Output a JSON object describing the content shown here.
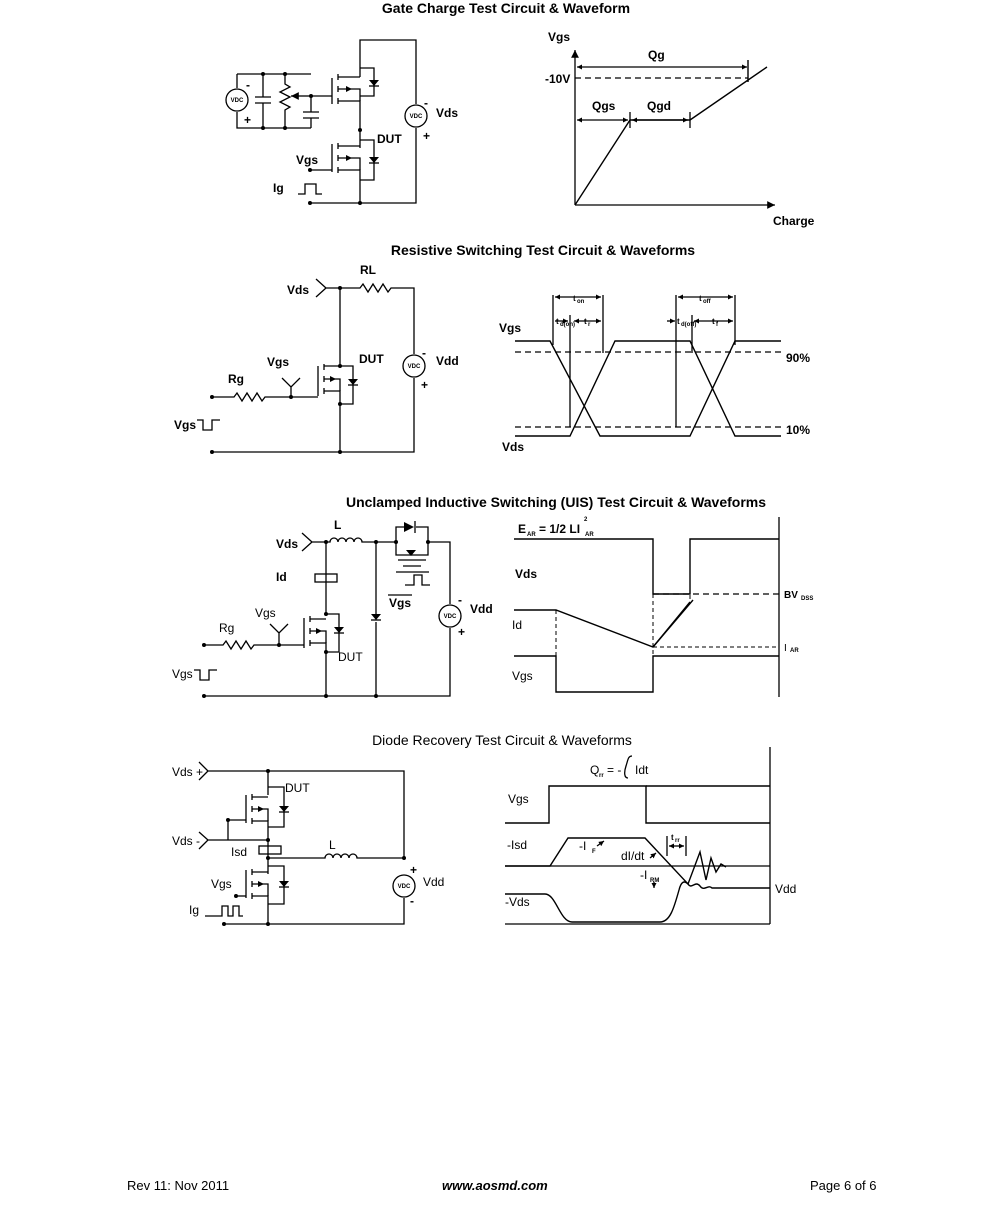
{
  "sections": {
    "gate_charge": {
      "title": "Gate Charge Test Circuit & Waveform",
      "circuit": {
        "vds": "Vds",
        "dut": "DUT",
        "vgs": "Vgs",
        "ig": "Ig",
        "minus": "-",
        "plus": "+",
        "vdc": "VDC"
      },
      "waveform": {
        "y_axis": "Vgs",
        "x_axis": "Charge",
        "qg": "Qg",
        "qgs": "Qgs",
        "qgd": "Qgd",
        "level": "-10V"
      }
    },
    "resistive": {
      "title": "Resistive Switching Test Circuit & Waveforms",
      "circuit": {
        "vds": "Vds",
        "rl": "RL",
        "vgs": "Vgs",
        "dut": "DUT",
        "rg": "Rg",
        "vdd": "Vdd",
        "vgs_pulse": "Vgs",
        "minus": "-",
        "plus": "+",
        "vdc": "VDC"
      },
      "waveform": {
        "vgs": "Vgs",
        "vds": "Vds",
        "p90": "90%",
        "p10": "10%",
        "t": "t",
        "on": "on",
        "off": "off",
        "d_on": "d(on)",
        "d_off": "d(off)",
        "r": "r",
        "f": "f"
      }
    },
    "uis": {
      "title": "Unclamped Inductive Switching (UIS) Test Circuit & Waveforms",
      "circuit": {
        "vds": "Vds",
        "l": "L",
        "id": "Id",
        "vgs": "Vgs",
        "vgs_bar": "Vgs",
        "rg": "Rg",
        "dut": "DUT",
        "vdd": "Vdd",
        "vgs_pulse": "Vgs",
        "minus": "-",
        "plus": "+",
        "vdc": "VDC"
      },
      "waveform": {
        "e_ar": "E",
        "e_ar_sub": "AR",
        "eq": "= 1/2 LI",
        "eq_sup": "2",
        "eq_sub": "AR",
        "vds": "Vds",
        "id": "Id",
        "vgs": "Vgs",
        "bv": "BV",
        "bv_sub": "DSS",
        "iar": "I",
        "iar_sub": "AR"
      }
    },
    "diode": {
      "title": "Diode Recovery Test Circuit & Waveforms",
      "circuit": {
        "vds_plus": "Vds +",
        "vds_minus": "Vds -",
        "dut": "DUT",
        "isd": "Isd",
        "l": "L",
        "vgs": "Vgs",
        "ig": "Ig",
        "vdd": "Vdd",
        "minus": "-",
        "plus": "+",
        "vdc": "VDC"
      },
      "waveform": {
        "qrr": "Q",
        "qrr_sub": "rr",
        "qrr_eq": "= -",
        "idt": "Idt",
        "vgs": "Vgs",
        "isd": "-Isd",
        "if": "-I",
        "if_sub": "F",
        "didt": "dI/dt",
        "irm": "-I",
        "irm_sub": "RM",
        "trr": "t",
        "trr_sub": "rr",
        "vds": "-Vds",
        "vdd": "Vdd"
      }
    }
  },
  "footer": {
    "rev": "Rev 11: Nov 2011",
    "site": "www.aosmd.com",
    "page": "Page 6 of 6"
  }
}
